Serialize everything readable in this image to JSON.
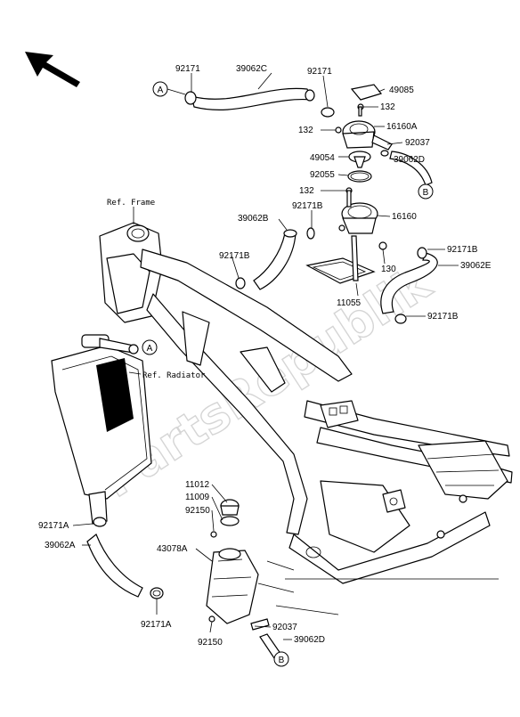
{
  "watermark": "PartsRepublik",
  "ref_labels": {
    "frame": "Ref. Frame",
    "radiator": "Ref. Radiator"
  },
  "connectors": {
    "a": "A",
    "b": "B"
  },
  "part_labels": [
    "92171",
    "39062C",
    "92171",
    "49085",
    "132",
    "16160A",
    "132",
    "92037",
    "49054",
    "39062D",
    "92055",
    "132",
    "92171B",
    "39062B",
    "16160",
    "92171B",
    "92171B",
    "39062E",
    "130",
    "11055",
    "92171B",
    "11012",
    "11009",
    "92150",
    "43078A",
    "92171A",
    "39062A",
    "92171A",
    "92037",
    "92150",
    "39062D"
  ]
}
